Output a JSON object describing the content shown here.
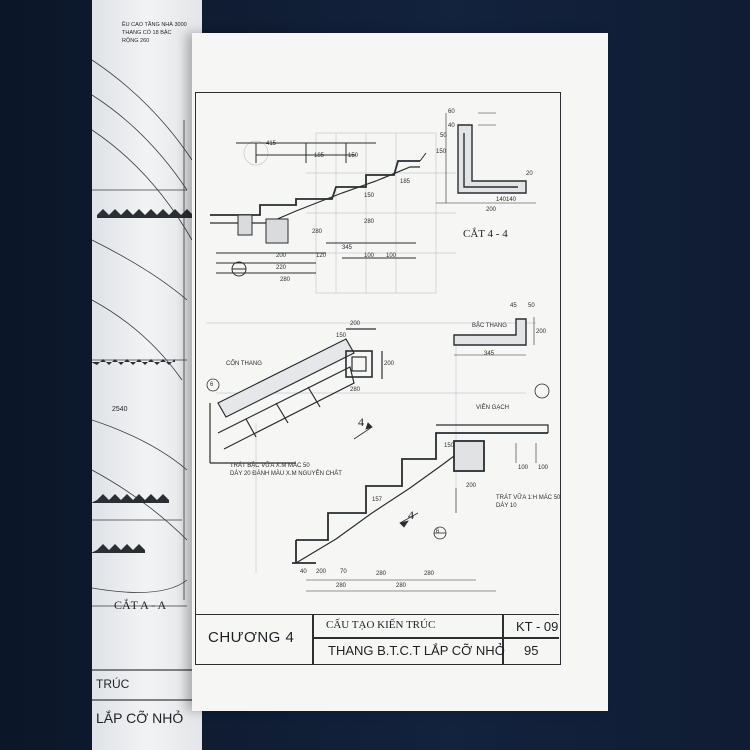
{
  "background_page": {
    "notes": [
      "ỀU CAO TẦNG NHÀ 3000",
      "THANG CÓ 18 BẬC",
      "RỘNG 260"
    ],
    "dim": "2540",
    "section_label": "CẮT A - A",
    "title_fragment_1": "TRÚC",
    "title_fragment_2": "LẮP CỠ NHỎ"
  },
  "drawing": {
    "section_4_4_label": "CẮT 4 - 4",
    "labels": {
      "bac_thang": "BẬC THANG",
      "con_thang": "CỐN THANG",
      "vien_gach": "VIÊN GẠCH",
      "trat_bac": "TRÁT BẬC VỮA X.M MÁC 50",
      "day_20": "DÀY 20 ĐÁNH MÀU X.M NGUYÊN CHẤT",
      "trat_vua": "TRÁT VỮA 1:H MÁC 50",
      "day_10": "DÀY 10"
    },
    "section_marks": [
      "4",
      "4"
    ],
    "circle_marks": [
      "6",
      "6"
    ],
    "dimensions": {
      "top": [
        "415",
        "185",
        "150",
        "280",
        "150",
        "280",
        "185",
        "345",
        "200",
        "220",
        "120",
        "100",
        "100",
        "280"
      ],
      "cut44": [
        "60",
        "40",
        "140",
        "200",
        "150",
        "20",
        "140",
        "50"
      ],
      "bac": [
        "345",
        "200",
        "50",
        "45"
      ],
      "con": [
        "200",
        "280",
        "200",
        "150"
      ],
      "bottom": [
        "40",
        "200",
        "70",
        "280",
        "280",
        "280",
        "280",
        "200",
        "100",
        "100",
        "150",
        "157"
      ]
    }
  },
  "title_block": {
    "chapter": "CHƯƠNG 4",
    "subtitle": "CẤU TẠO KIẾN TRÚC",
    "title": "THANG B.T.C.T LẮP CỠ NHỎ",
    "drawing_code": "KT - 09",
    "page_number": "95"
  }
}
